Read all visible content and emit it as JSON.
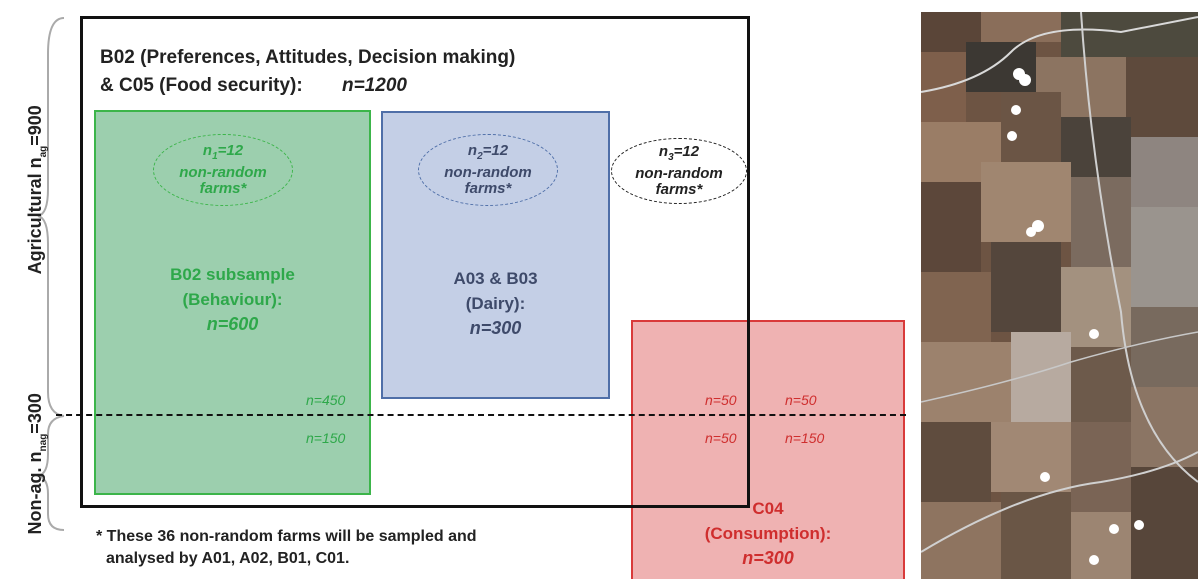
{
  "brace": {
    "agricultural": "Agricultural n",
    "agricultural_sub": "ag",
    "agricultural_val": "=900",
    "nonag": "Non-ag. n",
    "nonag_sub": "nag",
    "nonag_val": "=300"
  },
  "outer": {
    "line1": "B02 (Preferences, Attitudes, Decision making)",
    "line2": "& C05 (Food security):",
    "n": "n=1200"
  },
  "green_box": {
    "oval_n": "n",
    "oval_sub": "1",
    "oval_val": "=12",
    "oval_line2": "non-random",
    "oval_line3": "farms*",
    "title1": "B02 subsample",
    "title2": "(Behaviour):",
    "n": "n=600",
    "n_top": "n=450",
    "n_bottom": "n=150"
  },
  "blue_box": {
    "oval_n": "n",
    "oval_sub": "2",
    "oval_val": "=12",
    "oval_line2": "non-random",
    "oval_line3": "farms*",
    "title1": "A03 & B03",
    "title2": "(Dairy):",
    "n": "n=300"
  },
  "free_oval": {
    "oval_n": "n",
    "oval_sub": "3",
    "oval_val": "=12",
    "oval_line2": "non-random",
    "oval_line3": "farms*"
  },
  "red_box": {
    "n_tl": "n=50",
    "n_tr": "n=50",
    "n_bl": "n=50",
    "n_br": "n=150",
    "title1": "C04",
    "title2": "(Consumption):",
    "n": "n=300"
  },
  "footnote": {
    "line1": "* These 36 non-random farms will be sampled and",
    "line2": "analysed by A01, A02, B01, C01."
  },
  "colors": {
    "green_fill": "#9ccfae",
    "green_border": "#3cb54a",
    "blue_fill": "#c4cfe6",
    "blue_border": "#4f6fa8",
    "red_fill": "#efb2b2",
    "red_border": "#d93a3a",
    "map_base": "#6d5443"
  }
}
